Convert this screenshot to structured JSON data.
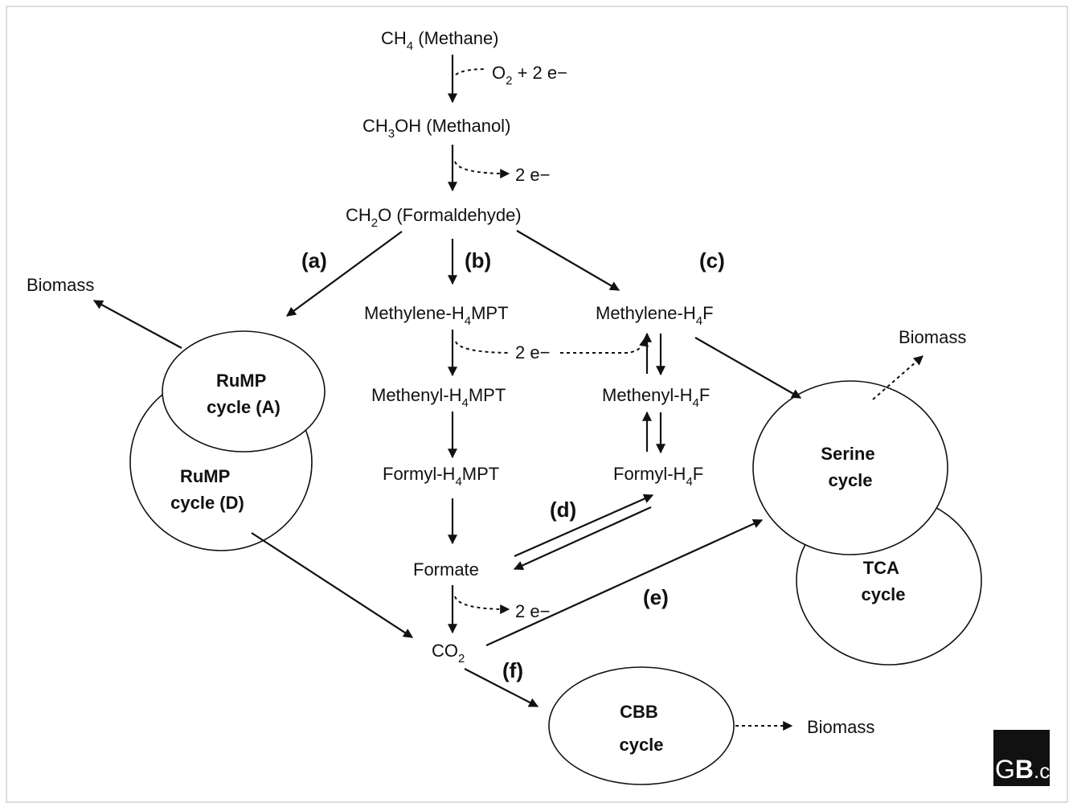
{
  "nodes": {
    "methane": {
      "main": "CH",
      "sub": "4",
      "rest": " (Methane)"
    },
    "o2_electrons": {
      "main": "O",
      "sub": "2",
      "rest": " + 2 e−"
    },
    "methanol": {
      "main": "CH",
      "sub": "3",
      "rest": "OH (Methanol)"
    },
    "electrons_1": "2 e−",
    "formaldehyde": {
      "main": "CH",
      "sub": "2",
      "rest": "O (Formaldehyde)"
    },
    "methylene_h4mpt": {
      "main": "Methylene-H",
      "sub": "4",
      "rest": "MPT"
    },
    "methylene_h4f": {
      "main": "Methylene-H",
      "sub": "4",
      "rest": "F"
    },
    "electrons_2": "2 e−",
    "methenyl_h4mpt": {
      "main": "Methenyl-H",
      "sub": "4",
      "rest": "MPT"
    },
    "methenyl_h4f": {
      "main": "Methenyl-H",
      "sub": "4",
      "rest": "F"
    },
    "formyl_h4mpt": {
      "main": "Formyl-H",
      "sub": "4",
      "rest": "MPT"
    },
    "formyl_h4f": {
      "main": "Formyl-H",
      "sub": "4",
      "rest": "F"
    },
    "formate": "Formate",
    "electrons_3": "2 e−",
    "co2": {
      "main": "CO",
      "sub": "2",
      "rest": ""
    },
    "biomass_left": "Biomass",
    "biomass_right": "Biomass",
    "biomass_bottom": "Biomass"
  },
  "pathway_labels": {
    "a": "(a)",
    "b": "(b)",
    "c": "(c)",
    "d": "(d)",
    "e": "(e)",
    "f": "(f)"
  },
  "cycles": {
    "rump_a": [
      "RuMP",
      "cycle (A)"
    ],
    "rump_d": [
      "RuMP",
      "cycle (D)"
    ],
    "serine": [
      "Serine",
      "cycle"
    ],
    "tca": [
      "TCA",
      "cycle"
    ],
    "cbb": [
      "CBB",
      "cycle"
    ]
  },
  "logo": {
    "bold": "B",
    "light_left": "G",
    "light_right": ".c"
  }
}
